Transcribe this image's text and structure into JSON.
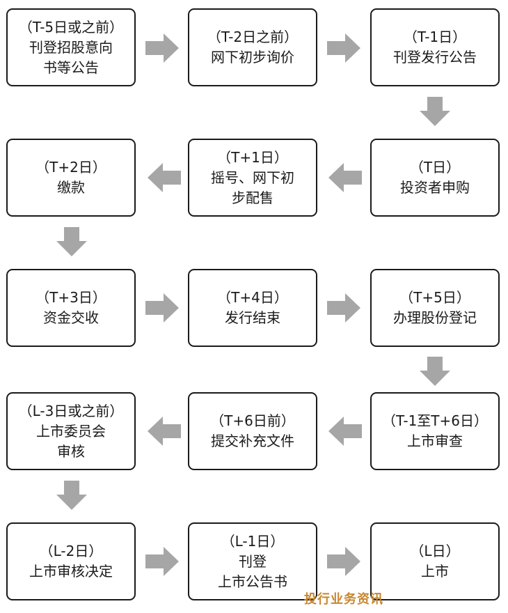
{
  "steps": [
    {
      "id": "s1",
      "lines": [
        "（T-5日或之前）",
        "刊登招股意向",
        "书等公告"
      ]
    },
    {
      "id": "s2",
      "lines": [
        "（T-2日之前）",
        "网下初步询价"
      ]
    },
    {
      "id": "s3",
      "lines": [
        "（T-1日）",
        "刊登发行公告"
      ]
    },
    {
      "id": "s4",
      "lines": [
        "（T日）",
        "投资者申购"
      ]
    },
    {
      "id": "s5",
      "lines": [
        "（T+1日）",
        "摇号、网下初",
        "步配售"
      ]
    },
    {
      "id": "s6",
      "lines": [
        "（T+2日）",
        "缴款"
      ]
    },
    {
      "id": "s7",
      "lines": [
        "（T+3日）",
        "资金交收"
      ]
    },
    {
      "id": "s8",
      "lines": [
        "（T+4日）",
        "发行结束"
      ]
    },
    {
      "id": "s9",
      "lines": [
        "（T+5日）",
        "办理股份登记"
      ]
    },
    {
      "id": "s10",
      "lines": [
        "（T-1至T+6日）",
        "上市审查"
      ]
    },
    {
      "id": "s11",
      "lines": [
        "（T+6日前）",
        "提交补充文件"
      ]
    },
    {
      "id": "s12",
      "lines": [
        "（L-3日或之前）",
        "上市委员会",
        "审核"
      ]
    },
    {
      "id": "s13",
      "lines": [
        "（L-2日）",
        "上市审核决定"
      ]
    },
    {
      "id": "s14",
      "lines": [
        "（L-1日）",
        "刊登",
        "上市公告书"
      ]
    },
    {
      "id": "s15",
      "lines": [
        "（L日）",
        "上市"
      ]
    }
  ],
  "flow": [
    {
      "from": "s1",
      "to": "s2",
      "direction": "right"
    },
    {
      "from": "s2",
      "to": "s3",
      "direction": "right"
    },
    {
      "from": "s3",
      "to": "s4",
      "direction": "down"
    },
    {
      "from": "s4",
      "to": "s5",
      "direction": "left"
    },
    {
      "from": "s5",
      "to": "s6",
      "direction": "left"
    },
    {
      "from": "s6",
      "to": "s7",
      "direction": "down"
    },
    {
      "from": "s7",
      "to": "s8",
      "direction": "right"
    },
    {
      "from": "s8",
      "to": "s9",
      "direction": "right"
    },
    {
      "from": "s9",
      "to": "s10",
      "direction": "down"
    },
    {
      "from": "s10",
      "to": "s11",
      "direction": "left"
    },
    {
      "from": "s11",
      "to": "s12",
      "direction": "left"
    },
    {
      "from": "s12",
      "to": "s13",
      "direction": "down"
    },
    {
      "from": "s13",
      "to": "s14",
      "direction": "right"
    },
    {
      "from": "s14",
      "to": "s15",
      "direction": "right"
    }
  ],
  "watermark": "投行业务资讯",
  "colors": {
    "arrow": "#a6a6a6",
    "box_border": "#1a1a1a",
    "watermark": "#c8862e"
  }
}
